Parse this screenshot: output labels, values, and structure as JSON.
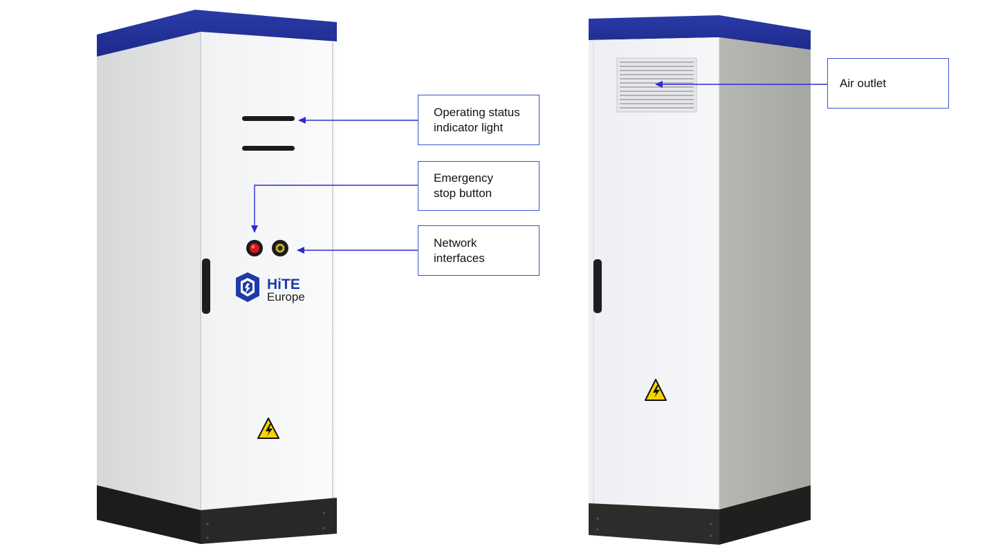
{
  "brand": {
    "logo_text_line1": "HiTE",
    "logo_text_line2": "Europe",
    "logo_color": "#1f3aa8"
  },
  "callouts": {
    "status_light": "Operating status\nindicator light",
    "emergency_stop": "Emergency\nstop button",
    "network": "Network\ninterfaces",
    "air_outlet": "Air outlet"
  },
  "colors": {
    "roof": "#22329e",
    "body_light": "#f2f3f5",
    "body_side": "#d8d9db",
    "base": "#1e1e20",
    "arrow": "#2a2ad8",
    "callout_border": "#3a4fd0",
    "warning_yellow": "#f5d400"
  },
  "icons": {
    "warning": "high-voltage-warning-icon",
    "logo": "hite-europe-logo-icon"
  }
}
